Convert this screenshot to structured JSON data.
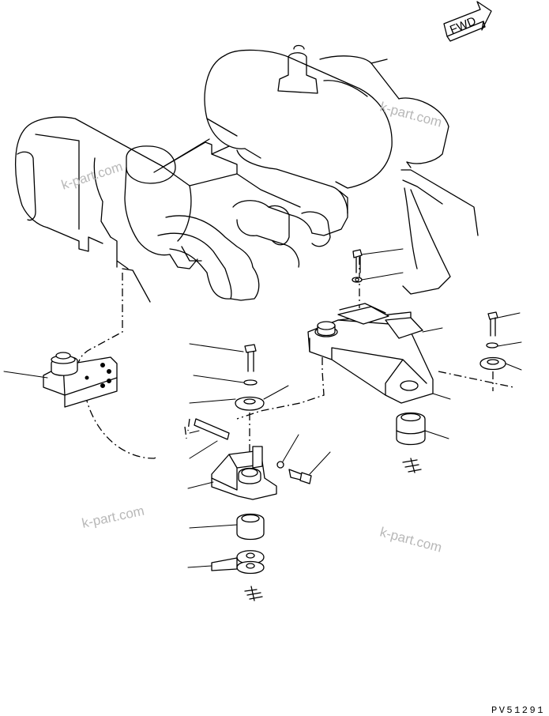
{
  "direction_arrow": {
    "label": "FWD"
  },
  "watermark": {
    "text": "k-part.com"
  },
  "drawing_code": "PV51291"
}
